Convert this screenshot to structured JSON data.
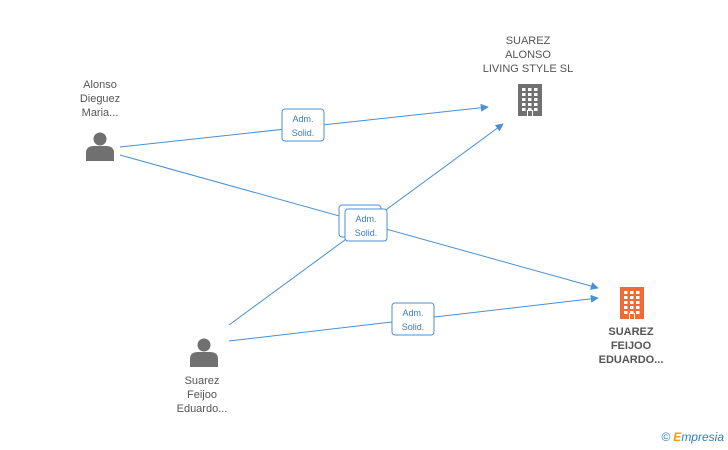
{
  "nodes": {
    "person_alonso": {
      "label": "Alonso\nDieguez\nMaria..."
    },
    "person_suarez": {
      "label": "Suarez\nFeijoo\nEduardo..."
    },
    "company_alonso": {
      "label": "SUAREZ\nALONSO\nLIVING STYLE SL"
    },
    "company_feijoo": {
      "label": "SUAREZ\nFEIJOO\nEDUARDO..."
    }
  },
  "edges": [
    {
      "from": "person_alonso",
      "to": "company_alonso",
      "label": "Adm.\nSolid."
    },
    {
      "from": "person_alonso",
      "to": "company_feijoo",
      "label": "Adm.\nSolid."
    },
    {
      "from": "person_suarez",
      "to": "company_alonso",
      "label": "Adm.\nSolid."
    },
    {
      "from": "person_suarez",
      "to": "company_feijoo",
      "label": "Adm.\nSolid."
    }
  ],
  "colors": {
    "edge": "#4a8fd4",
    "person_icon": "#707070",
    "company_icon": "#707070",
    "company_highlight": "#f06a35",
    "label_text": "#555555",
    "badge_text": "#3a7cc0",
    "badge_border": "#4a8fd4"
  },
  "watermark": {
    "symbol": "©",
    "brand_first": "E",
    "brand_rest": "mpresia"
  }
}
